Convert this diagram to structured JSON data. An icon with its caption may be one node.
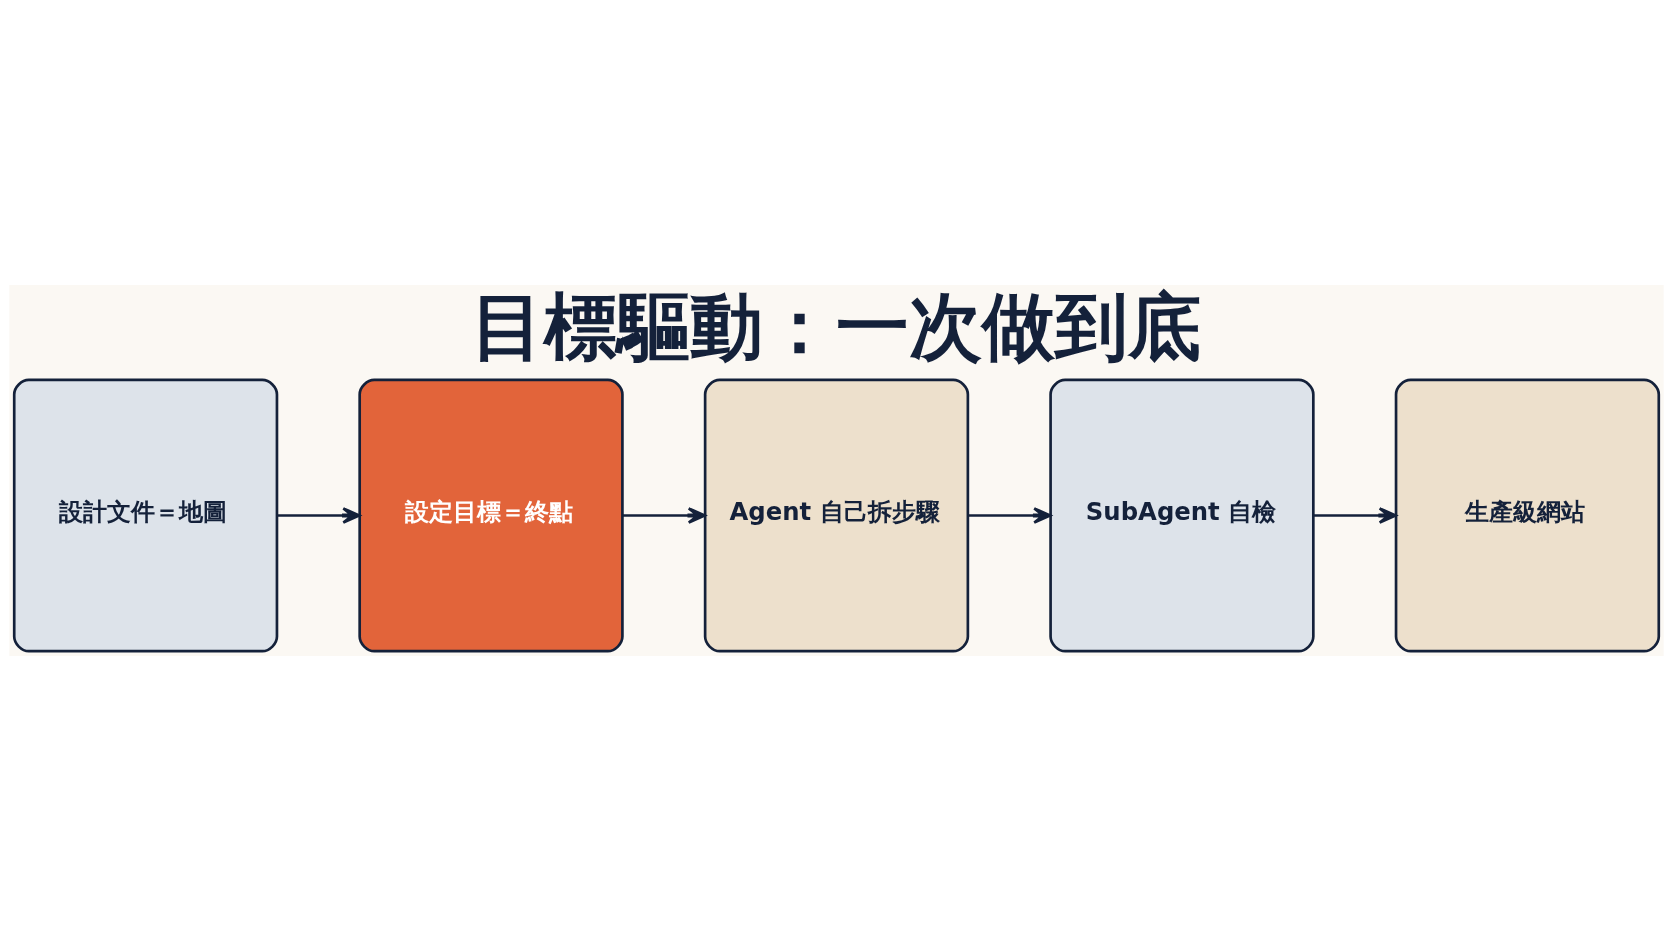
{
  "diagram": {
    "title": "目標驅動：一次做到底",
    "nodes": [
      {
        "text": [
          "設計文件＝地圖"
        ]
      },
      {
        "text": [
          "設定目標＝終點"
        ]
      },
      {
        "text": [
          "Agent 自己拆步驟"
        ]
      },
      {
        "text": [
          "SubAgent 自檢"
        ]
      },
      {
        "text": [
          "生產級網站"
        ]
      }
    ],
    "edges": [
      {
        "from": 0,
        "to": 1,
        "arrow": "to"
      },
      {
        "from": 1,
        "to": 2,
        "arrow": "to"
      },
      {
        "from": 2,
        "to": 3,
        "arrow": "to"
      },
      {
        "from": 3,
        "to": 4,
        "arrow": "to"
      }
    ]
  }
}
